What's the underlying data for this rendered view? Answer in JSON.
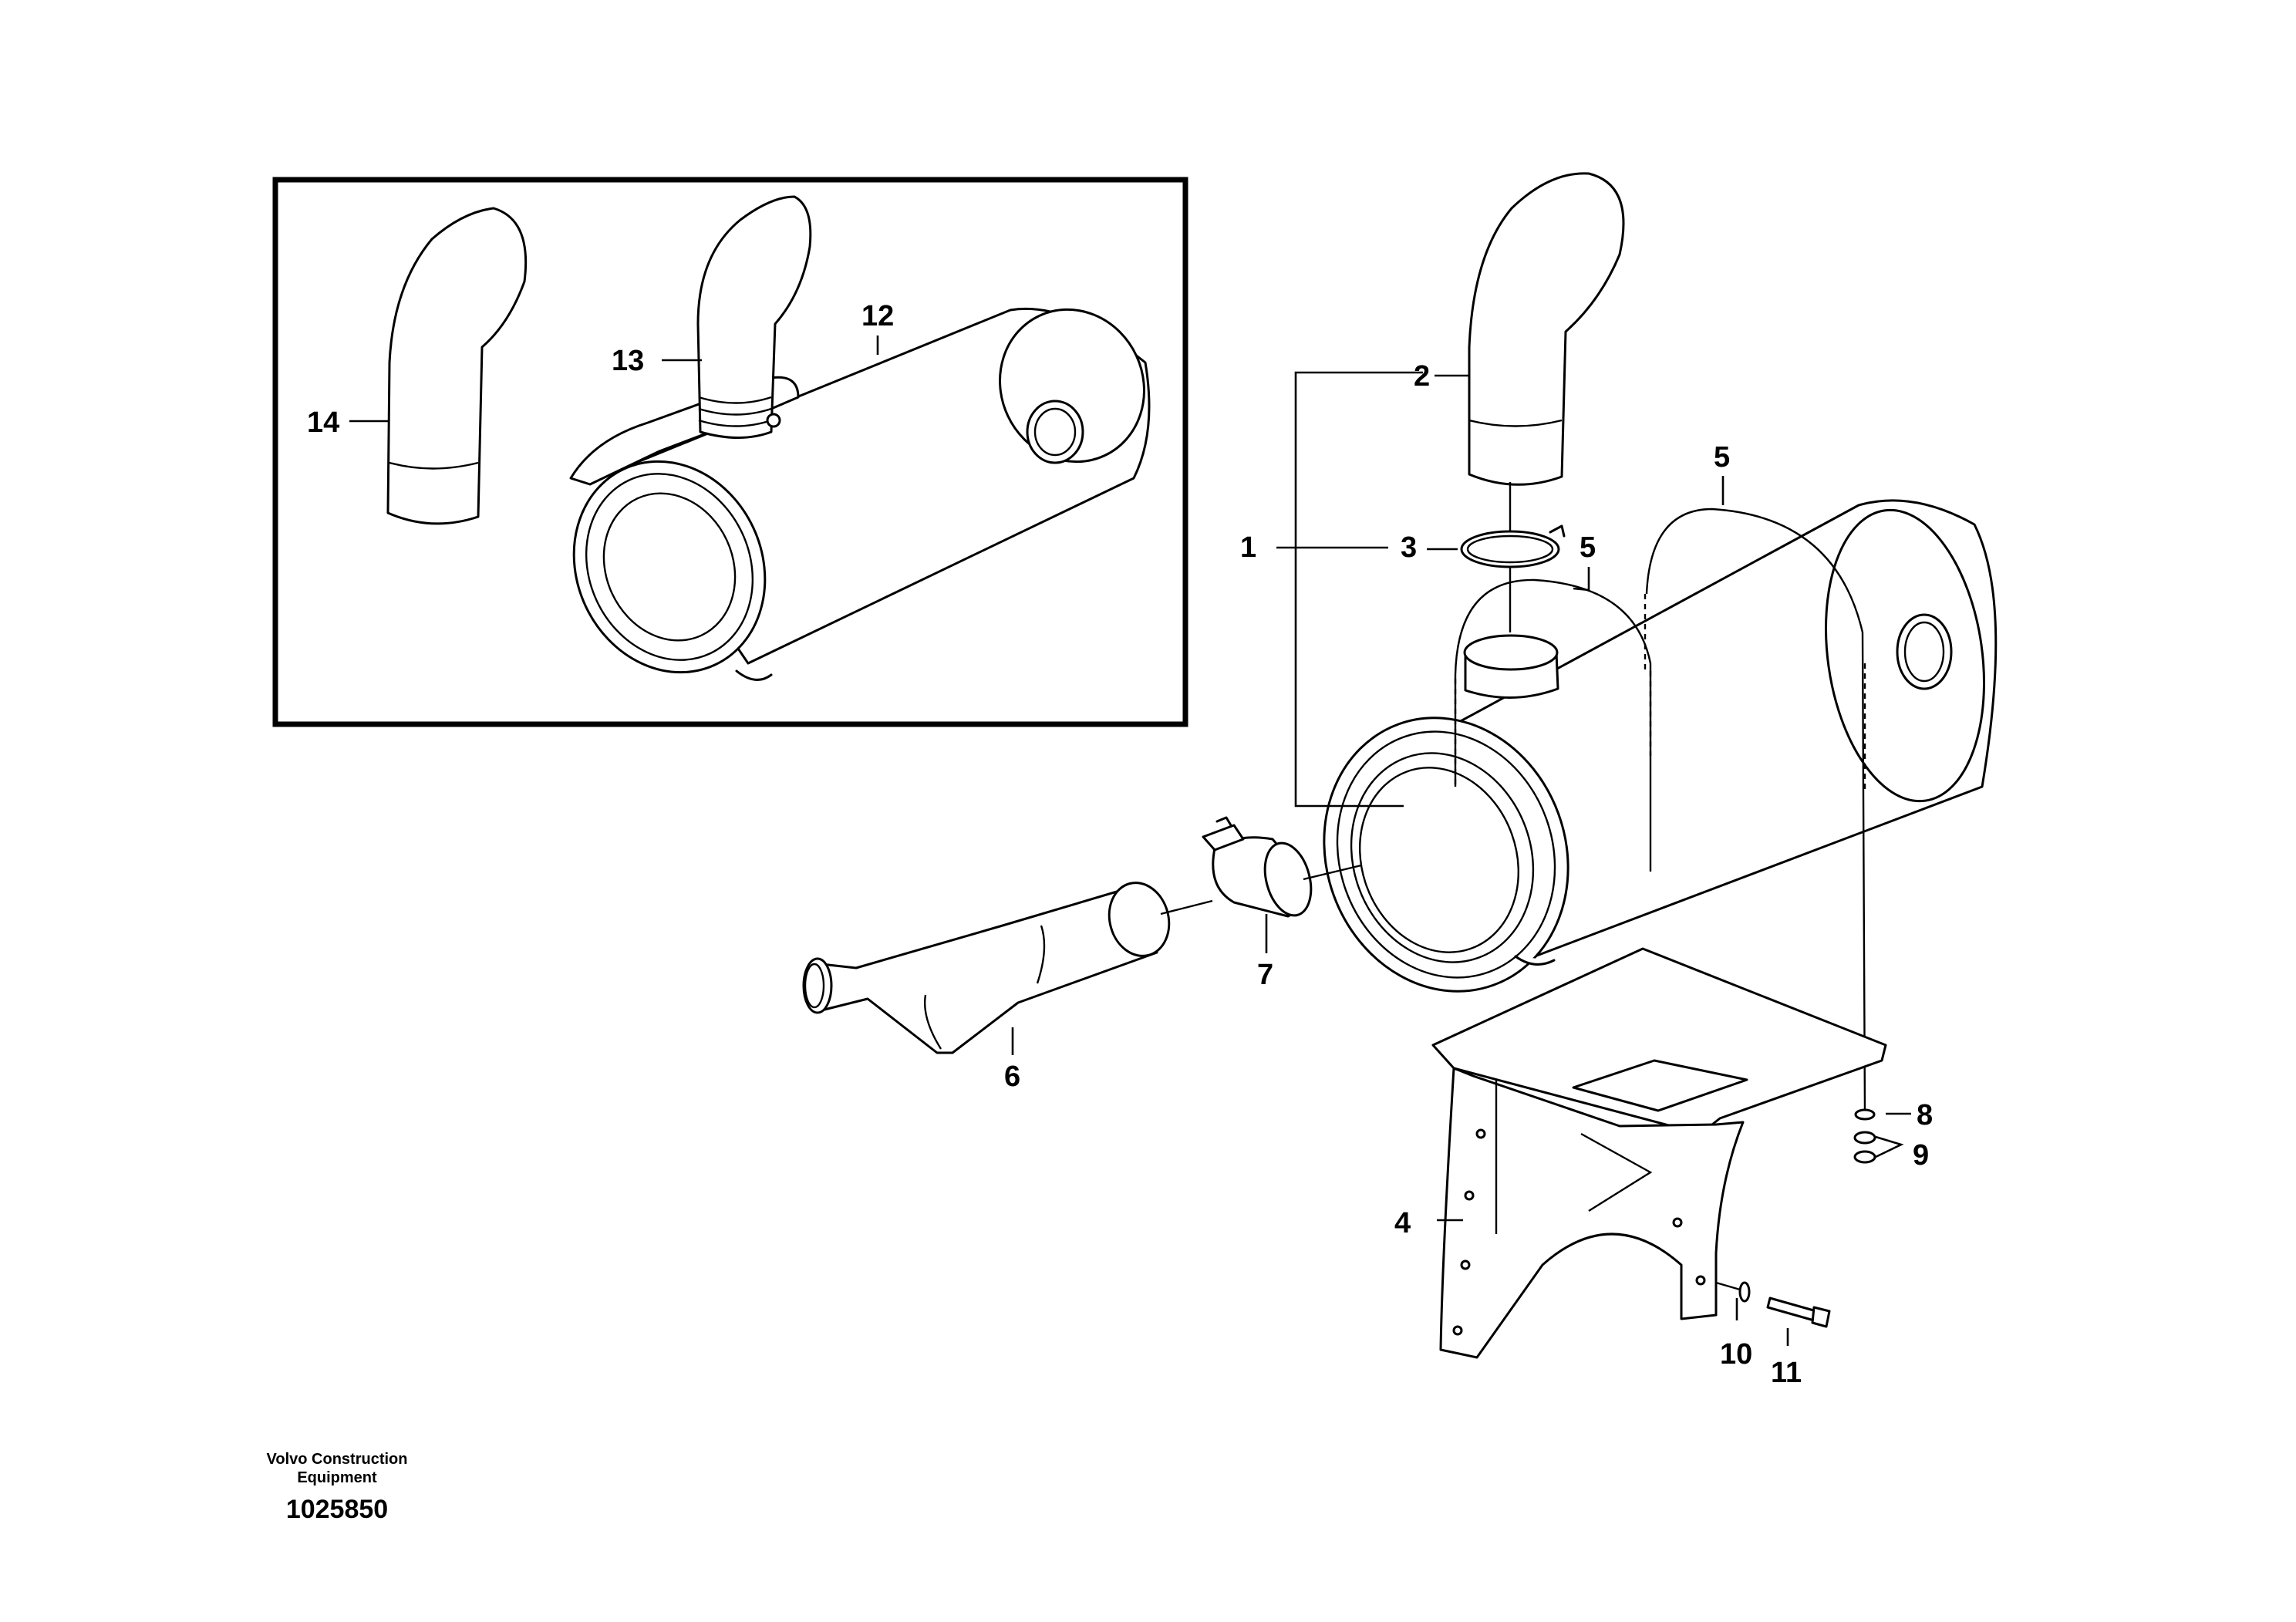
{
  "callouts": {
    "c1": "1",
    "c2": "2",
    "c3": "3",
    "c4": "4",
    "c5a": "5",
    "c5b": "5",
    "c6": "6",
    "c7": "7",
    "c8": "8",
    "c9": "9",
    "c10": "10",
    "c11": "11",
    "c12": "12",
    "c13": "13",
    "c14": "14"
  },
  "footer": {
    "brand_line1": "Volvo Construction",
    "brand_line2": "Equipment",
    "drawing_number": "1025850"
  }
}
